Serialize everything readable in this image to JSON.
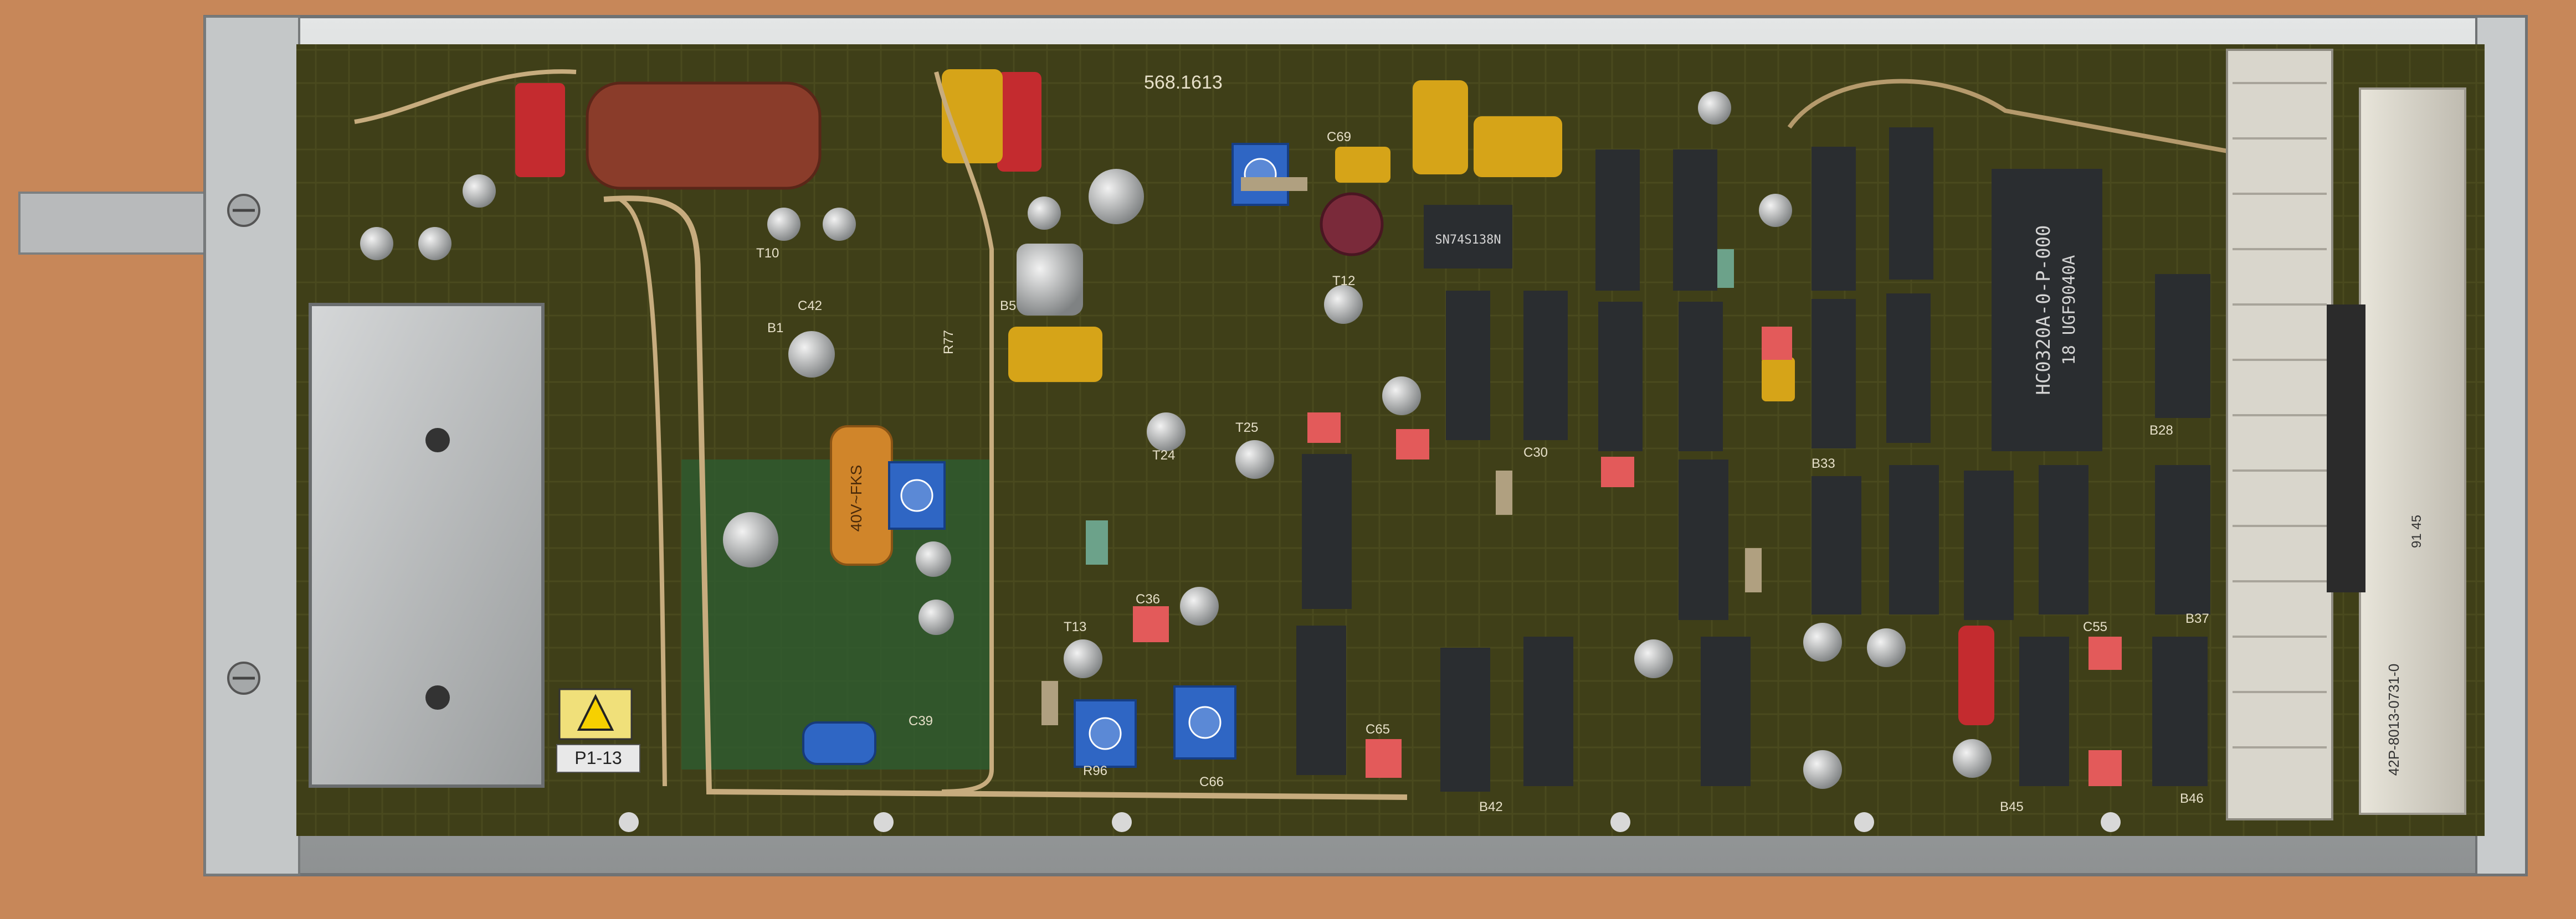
{
  "scene": {
    "subject": "circuit board module in aluminum frame"
  },
  "colors": {
    "background": "#c98a5c",
    "frame": "#b9bcbd",
    "pcb": "#3f3f18",
    "chip": "#2a2d30",
    "trim_pot": "#2f66c4",
    "capacitor_red": "#c42b2f",
    "capacitor_yellow": "#d6a418",
    "connector": "#d9d6cc"
  },
  "board_labels": {
    "part_number": "568.1613",
    "tag_p1": "P1-13",
    "connector_code": "42P-8013-0731-0",
    "connector_small": "91 45",
    "cap_c39": "C39",
    "cap_c42": "C42",
    "cap_c55": "C55",
    "cap_c65": "C65",
    "cap_c66": "C66",
    "cap_c69": "C69",
    "cap_c36": "C36",
    "cap_c30": "C30",
    "res_r77": "R77",
    "res_r96": "R96",
    "trans_t10": "T10",
    "trans_t12": "T12",
    "trans_t13": "T13",
    "trans_t24": "T24",
    "trans_t25": "T25",
    "mark_b1": "B1",
    "mark_b5": "B5",
    "mark_b28": "B28",
    "mark_b33": "B33",
    "mark_b37": "B37",
    "mark_b42": "B42",
    "mark_b45": "B45",
    "mark_b46": "B46",
    "cap_text": "40V~FKS",
    "big_chip": "HC0320A-0-P-000",
    "big_chip_2": "18 UGF9040A",
    "small_chip": "SN74S138N"
  },
  "icons": [
    "warning-triangle-icon"
  ]
}
